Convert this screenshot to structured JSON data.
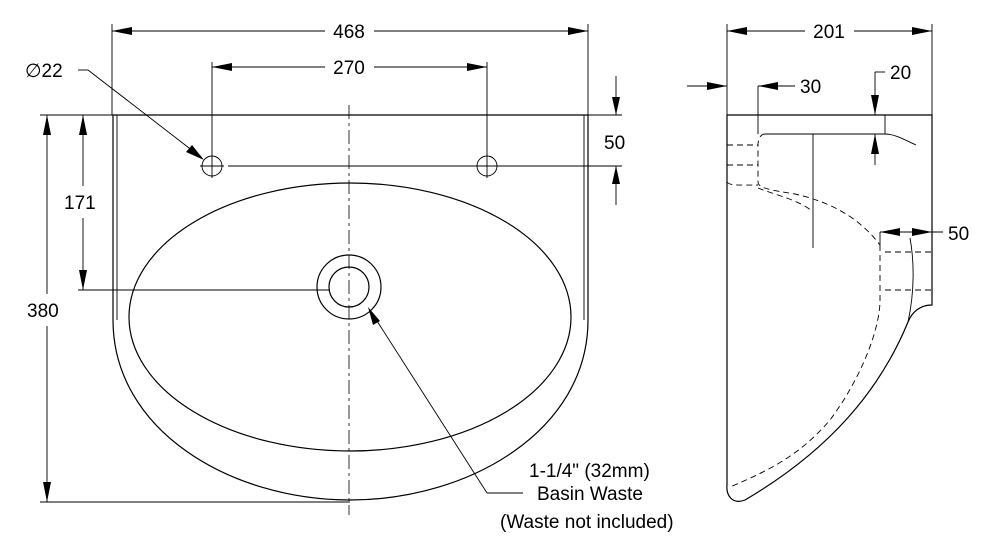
{
  "front_view": {
    "overall_width": "468",
    "tap_hole_spacing": "270",
    "tap_hole_diameter": "∅22",
    "tap_hole_offset": "50",
    "waste_height": "171",
    "overall_depth": "380"
  },
  "side_view": {
    "overall_projection": "201",
    "back_offset": "30",
    "rim_thickness": "20",
    "overflow_width": "50"
  },
  "waste_callout": {
    "line1": "1-1/4\" (32mm)",
    "line2": "Basin Waste",
    "line3": "(Waste not included)"
  }
}
